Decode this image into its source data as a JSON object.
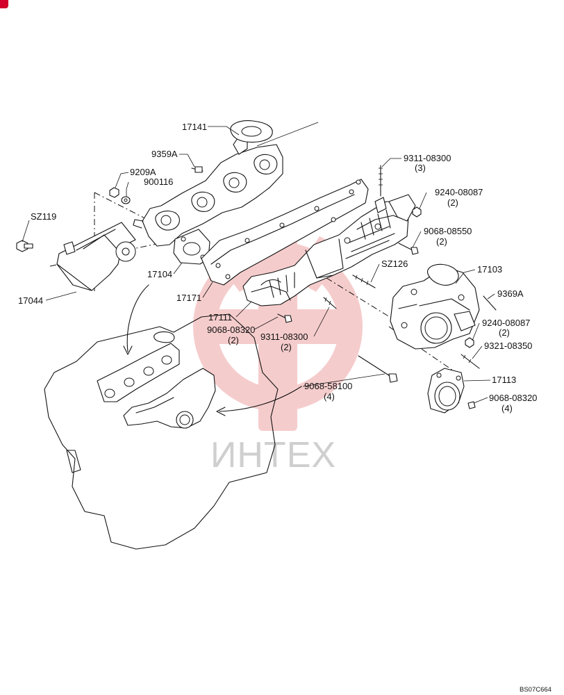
{
  "watermark": {
    "text": "ИНТЕХ",
    "color": "#f4c4c4"
  },
  "accent_color": "#d2002a",
  "figure_code": "BS07C664",
  "callouts": [
    {
      "id": "17141",
      "text": "17141"
    },
    {
      "id": "9359A",
      "text": "9359A"
    },
    {
      "id": "9209A",
      "text": "9209A"
    },
    {
      "id": "900116",
      "text": "900116"
    },
    {
      "id": "SZ119",
      "text": "SZ119"
    },
    {
      "id": "17044",
      "text": "17044"
    },
    {
      "id": "17104",
      "text": "17104"
    },
    {
      "id": "17171",
      "text": "17171"
    },
    {
      "id": "17111",
      "text": "17111"
    },
    {
      "id": "9068-08320-a",
      "text": "9068-08320",
      "qty": "(2)"
    },
    {
      "id": "9311-08300-a",
      "text": "9311-08300",
      "qty": "(2)"
    },
    {
      "id": "9311-08300-b",
      "text": "9311-08300",
      "qty": "(3)"
    },
    {
      "id": "9240-08087-a",
      "text": "9240-08087",
      "qty": "(2)"
    },
    {
      "id": "9068-08550",
      "text": "9068-08550",
      "qty": "(2)"
    },
    {
      "id": "SZ126",
      "text": "SZ126"
    },
    {
      "id": "17103",
      "text": "17103"
    },
    {
      "id": "9369A",
      "text": "9369A"
    },
    {
      "id": "9240-08087-b",
      "text": "9240-08087",
      "qty": "(2)"
    },
    {
      "id": "9321-08350",
      "text": "9321-08350"
    },
    {
      "id": "9068-58100",
      "text": "9068-58100",
      "qty": "(4)"
    },
    {
      "id": "17113",
      "text": "17113"
    },
    {
      "id": "9068-08320-b",
      "text": "9068-08320",
      "qty": "(4)"
    }
  ]
}
